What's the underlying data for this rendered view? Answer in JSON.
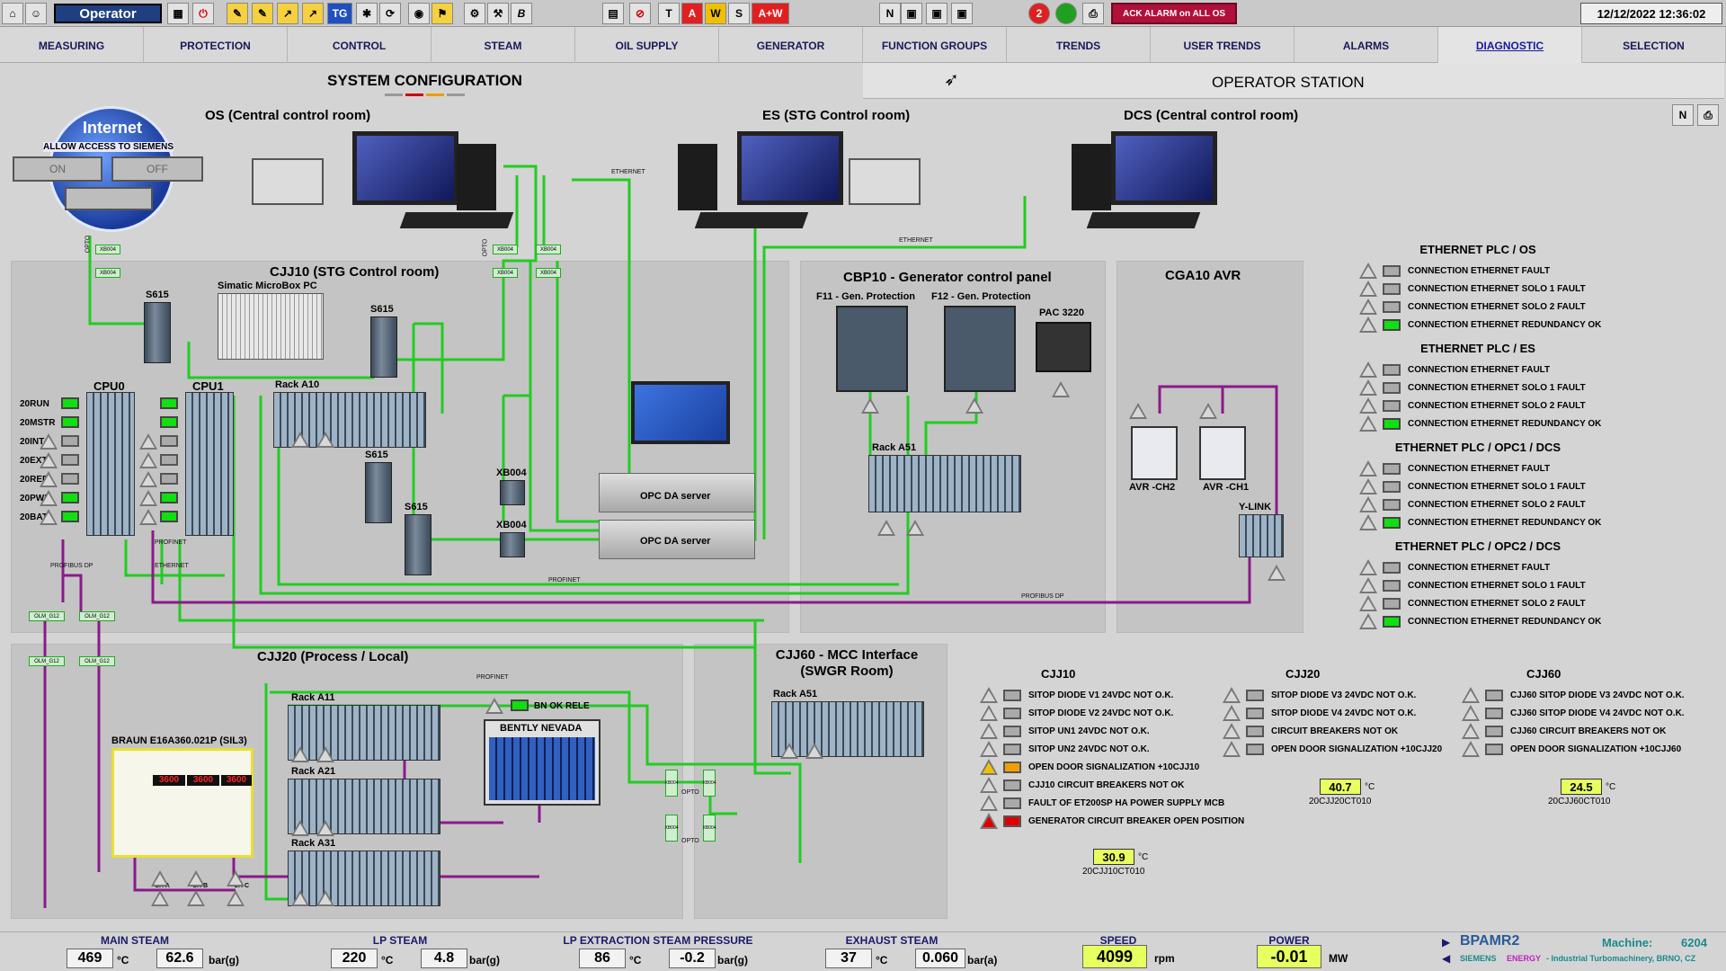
{
  "topbar": {
    "operator": "Operator",
    "btn_tg": "TG",
    "btn_b": "B",
    "btn_t": "T",
    "btn_a": "A",
    "btn_w": "W",
    "btn_s": "S",
    "btn_aw": "A+W",
    "btn_n": "N",
    "ack": "ACK ALARM on ALL OS",
    "datetime": "12/12/2022 12:36:02",
    "alarm_count": "2"
  },
  "nav": [
    "MEASURING",
    "PROTECTION",
    "CONTROL",
    "STEAM",
    "OIL SUPPLY",
    "GENERATOR",
    "FUNCTION GROUPS",
    "TRENDS",
    "USER TRENDS",
    "ALARMS",
    "DIAGNOSTIC",
    "SELECTION"
  ],
  "page": {
    "title": "SYSTEM CONFIGURATION",
    "station": "OPERATOR STATION"
  },
  "internet": {
    "title": "Internet",
    "allow": "ALLOW ACCESS TO SIEMENS",
    "on": "ON",
    "off": "OFF"
  },
  "stations": {
    "os": "OS (Central control room)",
    "es": "ES (STG Control room)",
    "dcs": "DCS (Central control room)"
  },
  "labels": {
    "cjj10": "CJJ10 (STG Control room)",
    "cbp10": "CBP10 - Generator control panel",
    "cga10": "CGA10 AVR",
    "cjj20": "CJJ20 (Process / Local)",
    "cjj60a": "CJJ60 - MCC Interface",
    "cjj60b": "(SWGR Room)",
    "s615": "S615",
    "microbox": "Simatic MicroBox PC",
    "cpu0": "CPU0",
    "cpu1": "CPU1",
    "racka10": "Rack A10",
    "racka51": "Rack A51",
    "racka11": "Rack A11",
    "racka21": "Rack A21",
    "racka31": "Rack A31",
    "xb004": "XB004",
    "opc": "OPC DA server",
    "f11": "F11 - Gen. Protection",
    "f12": "F12 - Gen. Protection",
    "pac": "PAC 3220",
    "avr2": "AVR -CH2",
    "avr1": "AVR -CH1",
    "ylink": "Y-LINK",
    "braun": "BRAUN E16A360.021P (SIL3)",
    "bently": "BENTLY NEVADA",
    "bnok": "BN OK RELE",
    "profibus": "PROFIBUS DP",
    "profinet": "PROFINET",
    "ethernet": "ETHERNET",
    "opto": "OPTO",
    "olm": "OLM_G12",
    "cha": "CH A",
    "chb": "CH B",
    "chc": "CH C",
    "xb004s": "XB004",
    "braun_val": "3600"
  },
  "cpu_status": [
    "20RUN",
    "20MSTR",
    "20INT",
    "20EXT",
    "20RED",
    "20PWR",
    "20BAT"
  ],
  "eth_groups": [
    {
      "title": "ETHERNET PLC / OS",
      "rows": [
        "CONNECTION ETHERNET FAULT",
        "CONNECTION ETHERNET SOLO 1 FAULT",
        "CONNECTION ETHERNET SOLO 2 FAULT",
        "CONNECTION ETHERNET REDUNDANCY OK"
      ]
    },
    {
      "title": "ETHERNET PLC / ES",
      "rows": [
        "CONNECTION ETHERNET FAULT",
        "CONNECTION ETHERNET SOLO 1 FAULT",
        "CONNECTION ETHERNET SOLO 2 FAULT",
        "CONNECTION ETHERNET REDUNDANCY OK"
      ]
    },
    {
      "title": "ETHERNET PLC / OPC1 / DCS",
      "rows": [
        "CONNECTION ETHERNET FAULT",
        "CONNECTION ETHERNET SOLO 1 FAULT",
        "CONNECTION ETHERNET SOLO 2 FAULT",
        "CONNECTION ETHERNET REDUNDANCY OK"
      ]
    },
    {
      "title": "ETHERNET PLC / OPC2 / DCS",
      "rows": [
        "CONNECTION ETHERNET FAULT",
        "CONNECTION ETHERNET SOLO 1 FAULT",
        "CONNECTION ETHERNET SOLO 2 FAULT",
        "CONNECTION ETHERNET REDUNDANCY OK"
      ]
    }
  ],
  "cjj10_alarms": {
    "title": "CJJ10",
    "rows": [
      "SITOP DIODE V1 24VDC NOT O.K.",
      "SITOP DIODE V2 24VDC NOT O.K.",
      "SITOP UN1 24VDC NOT O.K.",
      "SITOP UN2 24VDC NOT O.K.",
      "OPEN DOOR SIGNALIZATION +10CJJ10",
      "CJJ10 CIRCUIT BREAKERS NOT OK",
      "FAULT OF ET200SP HA POWER SUPPLY MCB",
      "GENERATOR CIRCUIT BREAKER OPEN POSITION"
    ]
  },
  "cjj20_alarms": {
    "title": "CJJ20",
    "rows": [
      "SITOP DIODE V3 24VDC NOT O.K.",
      "SITOP DIODE V4 24VDC NOT O.K.",
      "CIRCUIT BREAKERS NOT OK",
      "OPEN DOOR SIGNALIZATION +10CJJ20"
    ]
  },
  "cjj60_alarms": {
    "title": "CJJ60",
    "rows": [
      "CJJ60 SITOP DIODE V3 24VDC NOT O.K.",
      "CJJ60 SITOP DIODE V4 24VDC NOT O.K.",
      "CJJ60 CIRCUIT BREAKERS NOT OK",
      "OPEN DOOR SIGNALIZATION +10CJJ60"
    ]
  },
  "temps": {
    "cjj10": {
      "value": "30.9",
      "unit": "°C",
      "tag": "20CJJ10CT010"
    },
    "cjj20": {
      "value": "40.7",
      "unit": "°C",
      "tag": "20CJJ20CT010"
    },
    "cjj60": {
      "value": "24.5",
      "unit": "°C",
      "tag": "20CJJ60CT010"
    }
  },
  "bottom": {
    "main_steam": {
      "title": "MAIN STEAM",
      "t": "469",
      "tu": "°C",
      "p": "62.6",
      "pu": "bar(g)"
    },
    "lp_steam": {
      "title": "LP STEAM",
      "t": "220",
      "tu": "°C",
      "p": "4.8",
      "pu": "bar(g)"
    },
    "lp_ext": {
      "title": "LP EXTRACTION STEAM PRESSURE",
      "t": "86",
      "tu": "°C",
      "p": "-0.2",
      "pu": "bar(g)"
    },
    "exhaust": {
      "title": "EXHAUST STEAM",
      "t": "37",
      "tu": "°C",
      "p": "0.060",
      "pu": "bar(a)"
    },
    "speed": {
      "title": "SPEED",
      "v": "4099",
      "u": "rpm"
    },
    "power": {
      "title": "POWER",
      "v": "-0.01",
      "u": "MW"
    },
    "machine_name": "BPAMR2",
    "machine_label": "Machine:",
    "machine_no": "6204",
    "siemens": "SIEMENS",
    "energy": "ENERGY",
    "company": "- Industrial Turbomachinery, BRNO, CZ"
  },
  "colors": {
    "green_wire": "#22cc22",
    "purple_wire": "#8a1a8a",
    "led_on": "#10e010",
    "temp_bg": "#e8ff60"
  }
}
